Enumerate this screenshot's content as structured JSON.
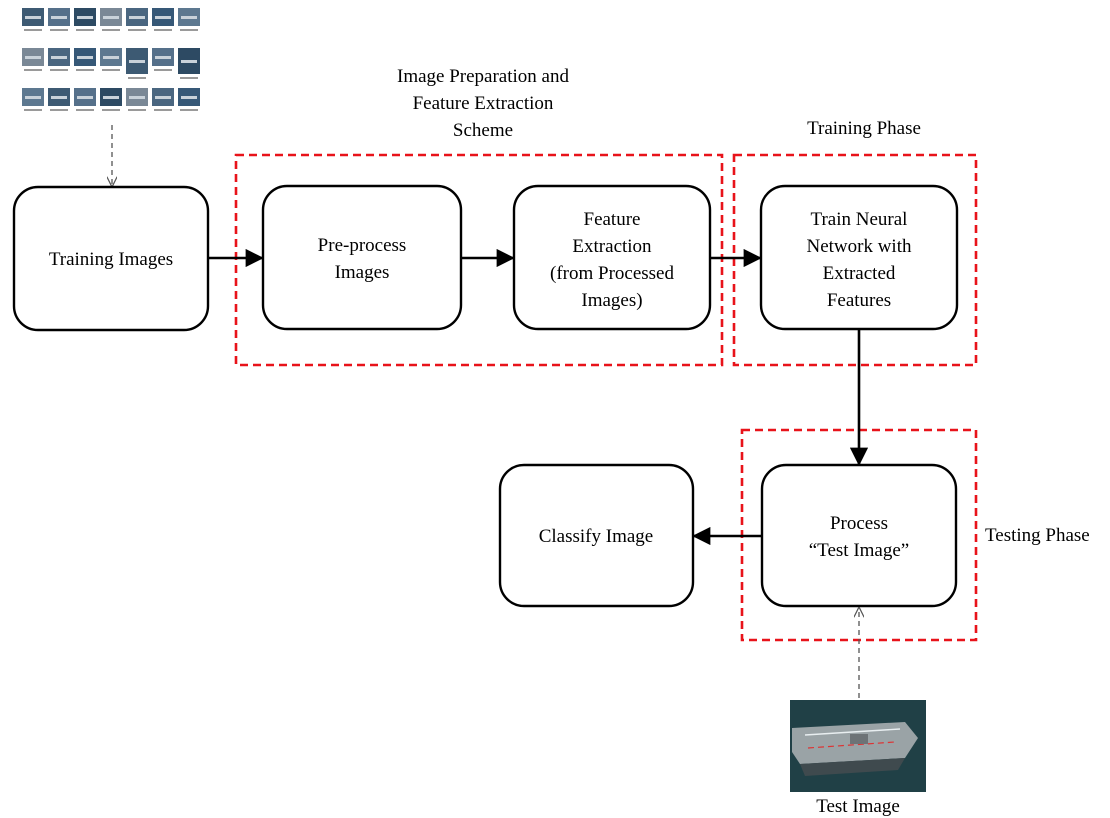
{
  "diagram": {
    "title": "Image Preparation and Feature Extraction Scheme",
    "sections": {
      "preparation": [
        "Image Preparation and",
        "Feature Extraction",
        "Scheme"
      ],
      "training": "Training Phase",
      "testing": "Testing Phase"
    },
    "nodes": {
      "training_images": [
        "Training Images"
      ],
      "preprocess": [
        "Pre-process",
        "Images"
      ],
      "feature_extraction": [
        "Feature",
        "Extraction",
        "(from Processed",
        "Images)"
      ],
      "train_nn": [
        "Train Neural",
        "Network with",
        "Extracted",
        "Features"
      ],
      "process_test": [
        "Process",
        "“Test Image”"
      ],
      "classify": [
        "Classify Image"
      ]
    },
    "test_image_caption": "Test Image",
    "colors": {
      "dashed_frame": "#e8131a",
      "box_stroke": "#000000",
      "dashed_arrow": "#555555",
      "ship_water": "#1b3a3f",
      "ship_deck": "#9aa3a6"
    }
  }
}
